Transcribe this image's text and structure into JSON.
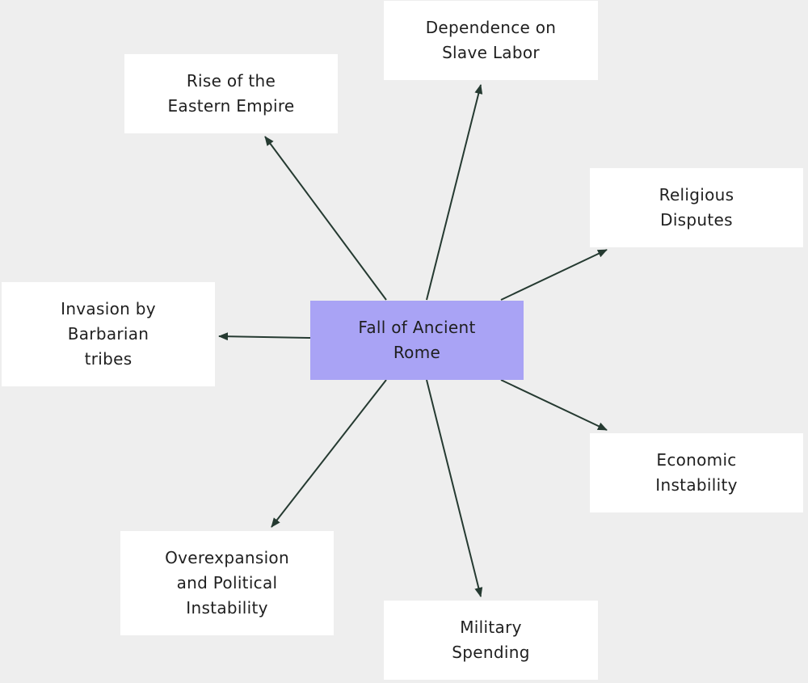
{
  "diagram": {
    "center": {
      "label": "Fall of Ancient\nRome"
    },
    "causes": [
      {
        "id": "slave",
        "label": "Dependence on\nSlave Labor"
      },
      {
        "id": "east",
        "label": "Rise of the\nEastern Empire"
      },
      {
        "id": "rel",
        "label": "Religious\nDisputes"
      },
      {
        "id": "inv",
        "label": "Invasion by\nBarbarian\ntribes"
      },
      {
        "id": "econ",
        "label": "Economic\nInstability"
      },
      {
        "id": "over",
        "label": "Overexpansion\nand Political\nInstability"
      },
      {
        "id": "mil",
        "label": "Military\nSpending"
      }
    ],
    "colors": {
      "background": "#eeeeee",
      "center_fill": "#a9a3f5",
      "node_fill": "#ffffff",
      "edge": "#253a31",
      "text": "#1f1f1f"
    }
  }
}
